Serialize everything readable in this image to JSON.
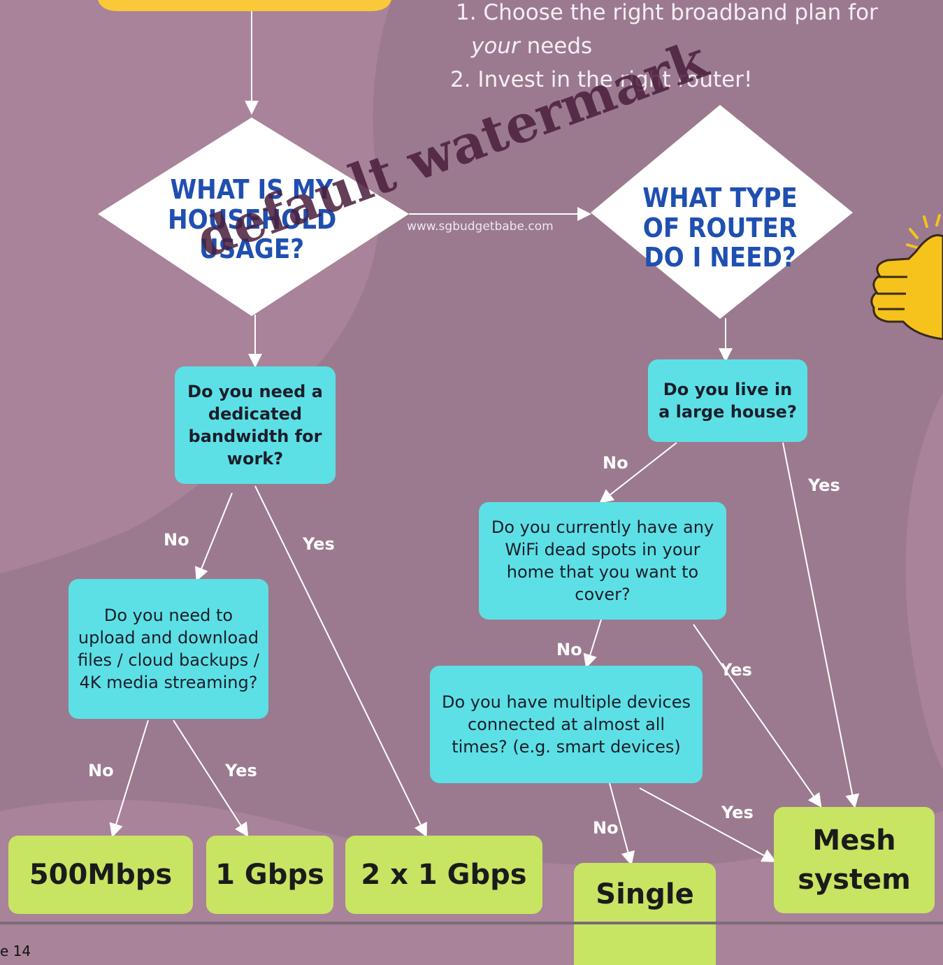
{
  "intro": {
    "line1": "1. Choose the right broadband plan for",
    "line2_italic": "your",
    "line2_rest": " needs",
    "line3": "2. Invest in the right router!"
  },
  "decision1": {
    "title": "WHAT IS MY HOUSEHOLD USAGE?"
  },
  "decision2": {
    "title": "WHAT TYPE OF ROUTER DO I NEED?"
  },
  "website": "www.sgbudgetbabe.com",
  "questions": {
    "dedicated_bandwidth": "Do you need a dedicated bandwidth for work?",
    "upload_download": "Do you need to upload and download files / cloud backups / 4K media streaming?",
    "large_house": "Do you live in a large house?",
    "dead_spots": "Do you currently have any WiFi dead spots in your home that you want to cover?",
    "multiple_devices": "Do you have multiple devices connected at almost all times? (e.g. smart devices)"
  },
  "answers": {
    "mbps500": "500Mbps",
    "gbps1": "1 Gbps",
    "gbps2x1": "2 x 1 Gbps",
    "single_router": "Single router",
    "mesh_system": "Mesh system"
  },
  "edge_labels": {
    "no": "No",
    "yes": "Yes"
  },
  "watermark": "default watermark",
  "footer": {
    "page_label": "e 14"
  },
  "colors": {
    "background": "#9b7a8f",
    "question_box": "#5ce0e5",
    "answer_box": "#c8e463",
    "title_blue": "#1f4fb0",
    "thumb_yellow": "#f6c21c"
  },
  "icons": [
    "thumbs-up-icon"
  ]
}
